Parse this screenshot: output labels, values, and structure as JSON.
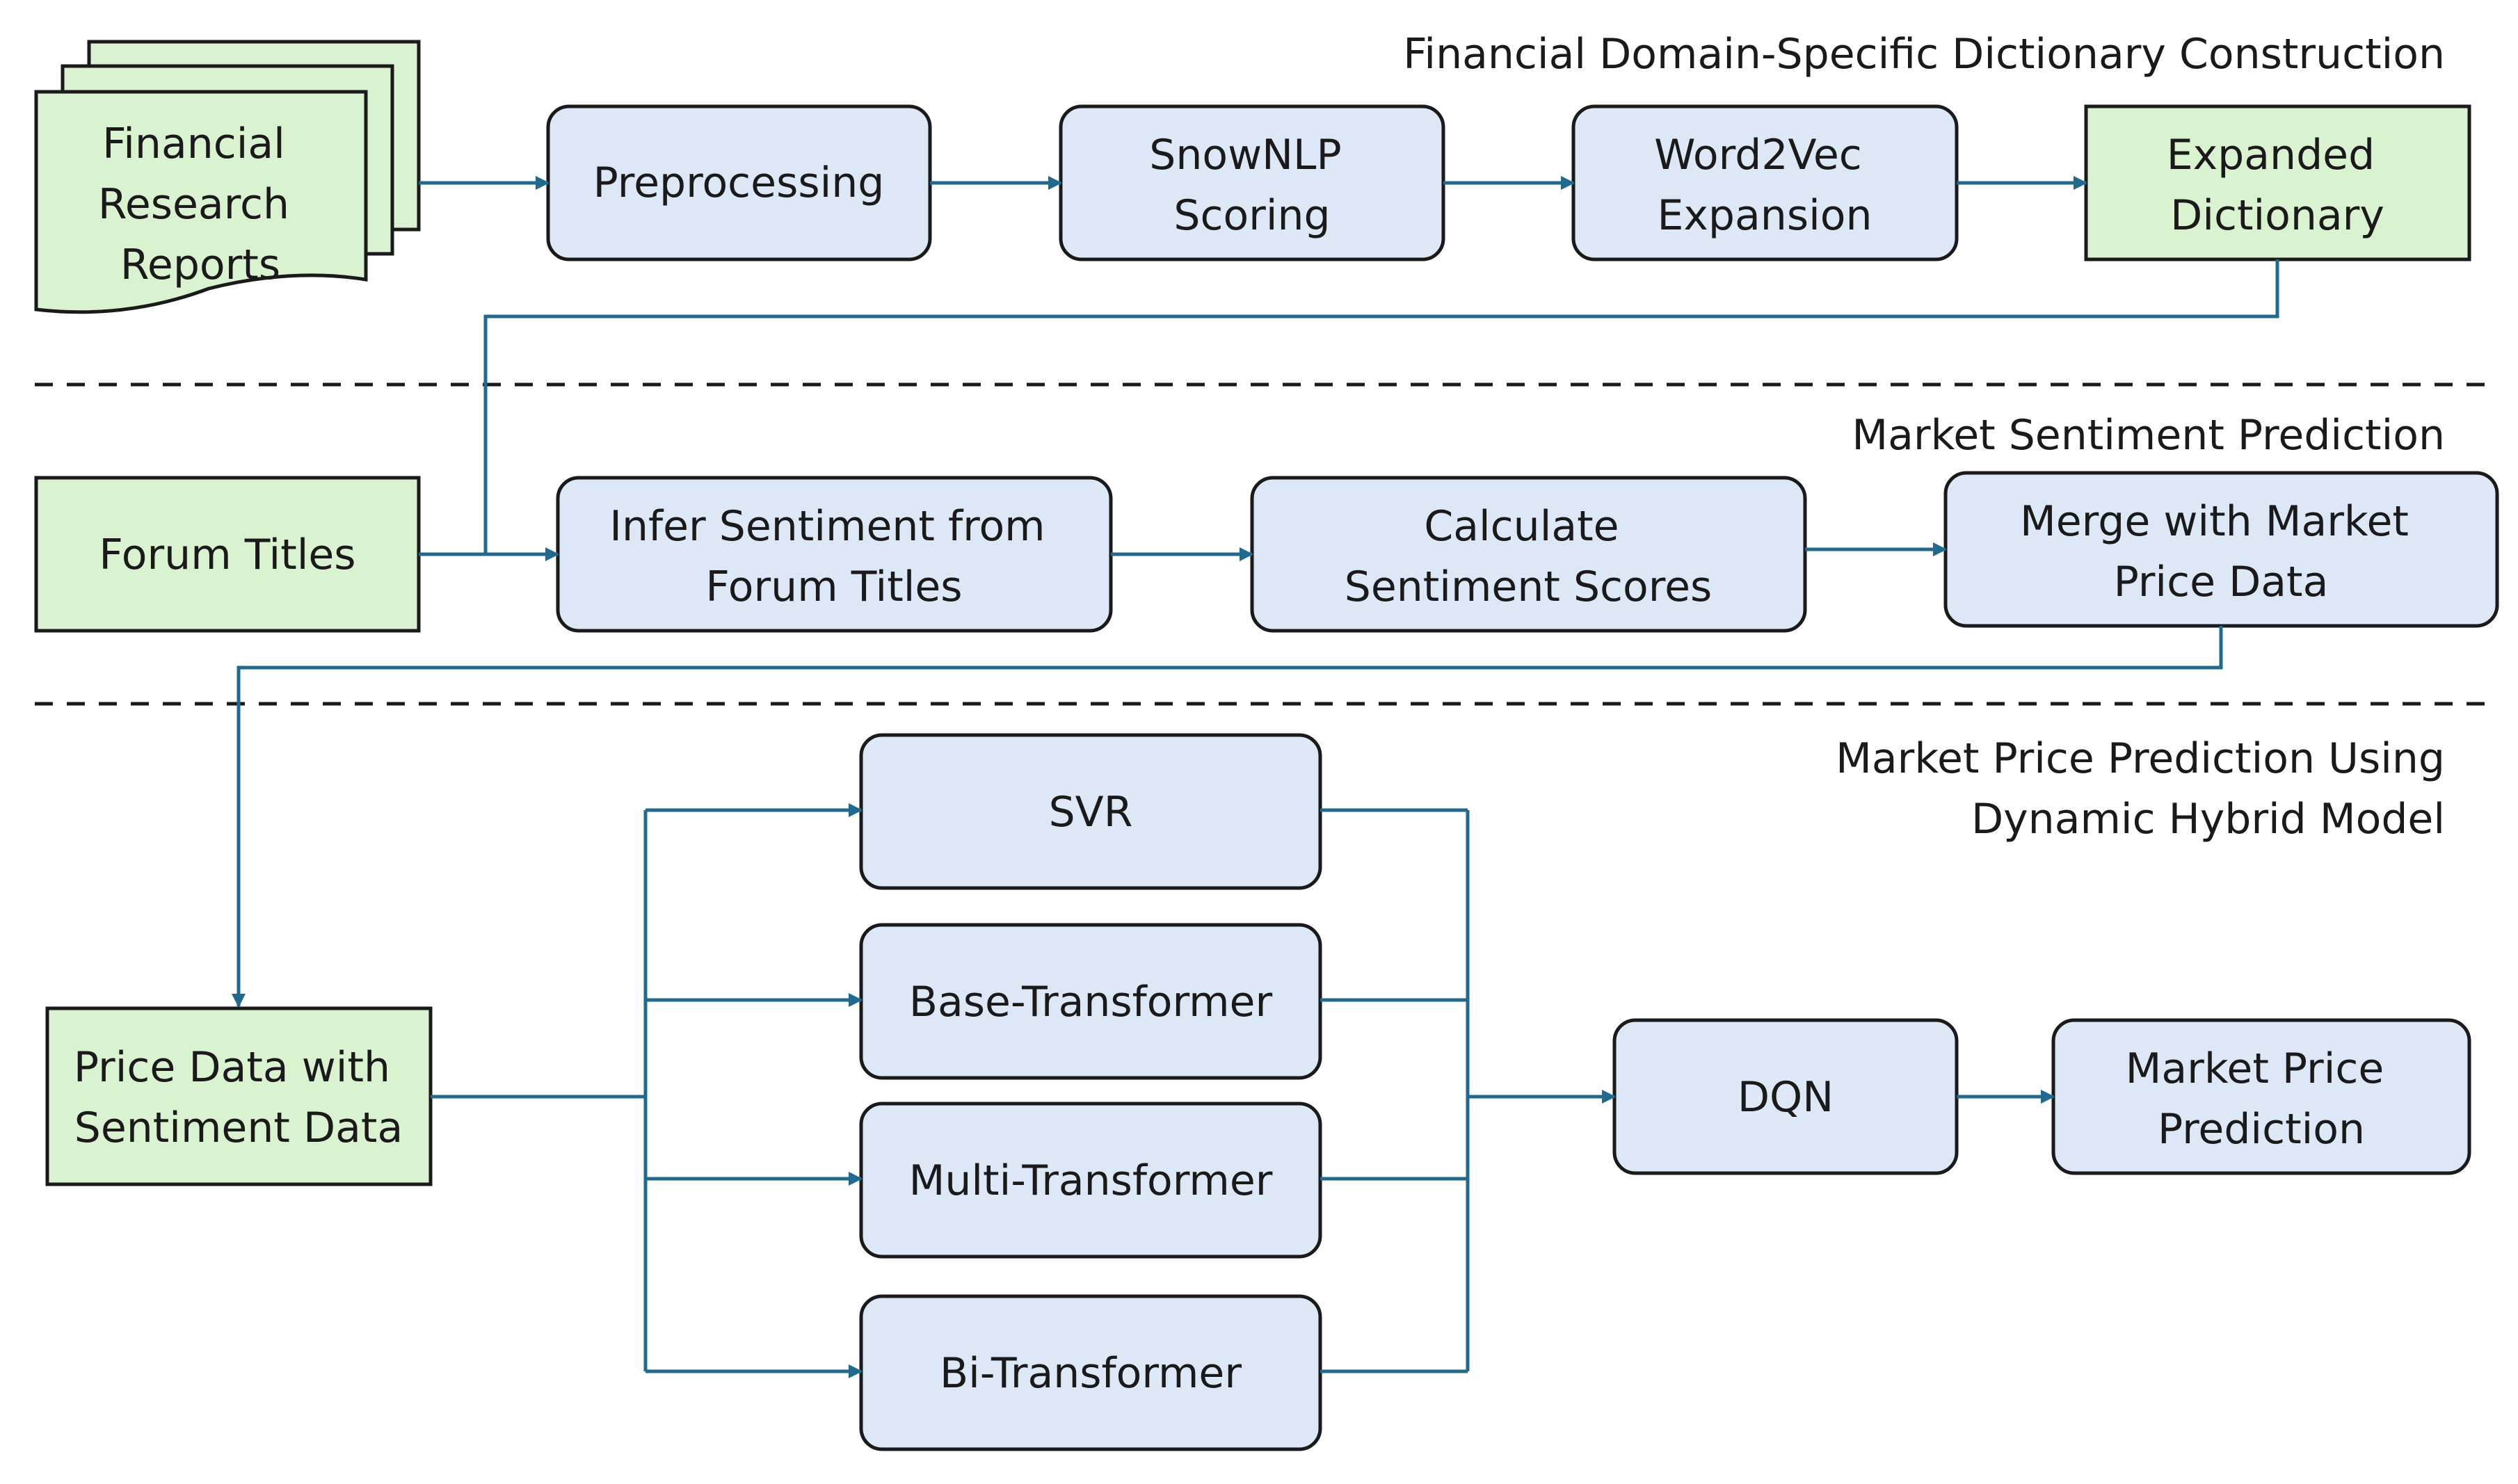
{
  "sections": {
    "dictionary": "Financial Domain-Specific Dictionary Construction",
    "sentiment": "Market Sentiment Prediction",
    "price_line1": "Market Price Prediction Using",
    "price_line2": "Dynamic Hybrid Model"
  },
  "nodes": {
    "reports": [
      "Financial",
      "Research",
      "Reports"
    ],
    "preprocessing": [
      "Preprocessing"
    ],
    "snownlp": [
      "SnowNLP",
      "Scoring"
    ],
    "word2vec": [
      "Word2Vec",
      "Expansion"
    ],
    "expanded_dictionary": [
      "Expanded",
      "Dictionary"
    ],
    "forum_titles": [
      "Forum Titles"
    ],
    "infer_sentiment": [
      "Infer Sentiment from",
      "Forum Titles"
    ],
    "calc_scores": [
      "Calculate",
      "Sentiment Scores"
    ],
    "merge_price": [
      "Merge with Market",
      "Price Data"
    ],
    "price_sentiment": [
      "Price Data with",
      "Sentiment Data"
    ],
    "svr": [
      "SVR"
    ],
    "base_transformer": [
      "Base-Transformer"
    ],
    "multi_transformer": [
      "Multi-Transformer"
    ],
    "bi_transformer": [
      "Bi-Transformer"
    ],
    "dqn": [
      "DQN"
    ],
    "market_prediction": [
      "Market Price",
      "Prediction"
    ]
  },
  "colors": {
    "process_fill": "#dce8f6",
    "data_fill": "#d9f2d0",
    "arrow": "#1f6a8e",
    "outline": "#1a1a1a"
  }
}
